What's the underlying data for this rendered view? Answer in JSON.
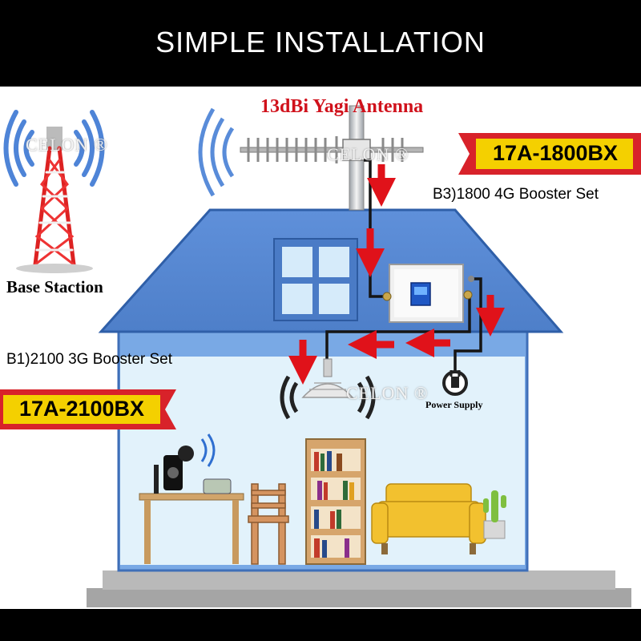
{
  "header": {
    "title": "SIMPLE INSTALLATION"
  },
  "labels": {
    "antenna": "13dBi Yagi Antenna",
    "base_station": "Base Staction",
    "set_1800": "B3)1800 4G Booster Set",
    "set_2100": "B1)2100  3G Booster Set",
    "power_supply": "Power Supply"
  },
  "badges": {
    "model_1800": "17A-1800BX",
    "model_2100": "17A-2100BX"
  },
  "watermark": "CELON ®",
  "colors": {
    "roof": "#5a8bd6",
    "house_wall": "#7aaae6",
    "room": "#dff0fb",
    "badge_red": "#d8222a",
    "badge_yellow": "#f4d000",
    "arrow_red": "#e0121a",
    "antenna_title": "#d0111b"
  }
}
